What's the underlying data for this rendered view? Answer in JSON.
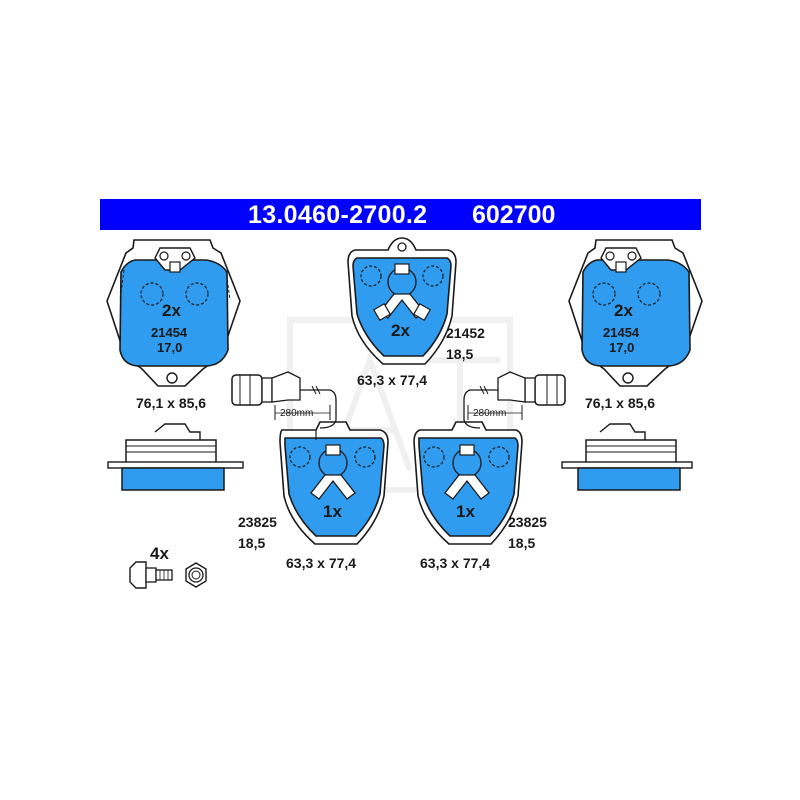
{
  "header": {
    "part_number": "13.0460-2700.2",
    "secondary_number": "602700"
  },
  "pads": {
    "top_left": {
      "qty": "2x",
      "number": "21454",
      "thickness": "17,0",
      "dimensions": "76,1 x 85,6"
    },
    "top_center": {
      "qty": "2x",
      "number": "21452",
      "thickness": "18,5",
      "dimensions": "63,3 x 77,4"
    },
    "top_right": {
      "qty": "2x",
      "number": "21454",
      "thickness": "17,0",
      "dimensions": "76,1 x 85,6"
    },
    "bottom_left": {
      "qty": "1x",
      "number": "23825",
      "thickness": "18,5",
      "dimensions": "63,3 x 77,4"
    },
    "bottom_right": {
      "qty": "1x",
      "number": "23825",
      "thickness": "18,5",
      "dimensions": "63,3 x 77,4"
    }
  },
  "wear_sensor": {
    "left_length": "280mm",
    "right_length": "280mm"
  },
  "hardware": {
    "bolt_qty": "4x"
  },
  "colors": {
    "banner": "#0000ff",
    "pad_fill": "#2f9cf0",
    "outline": "#1a1a1a"
  }
}
